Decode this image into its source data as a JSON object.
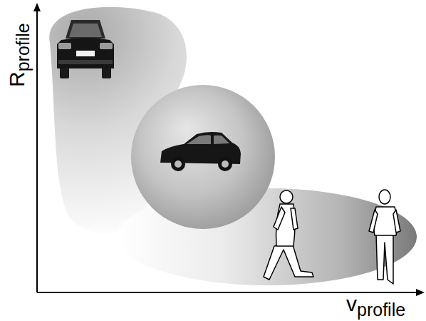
{
  "diagram": {
    "labels": [
      "R",
      "profile",
      "v",
      "profile"
    ]
  }
}
